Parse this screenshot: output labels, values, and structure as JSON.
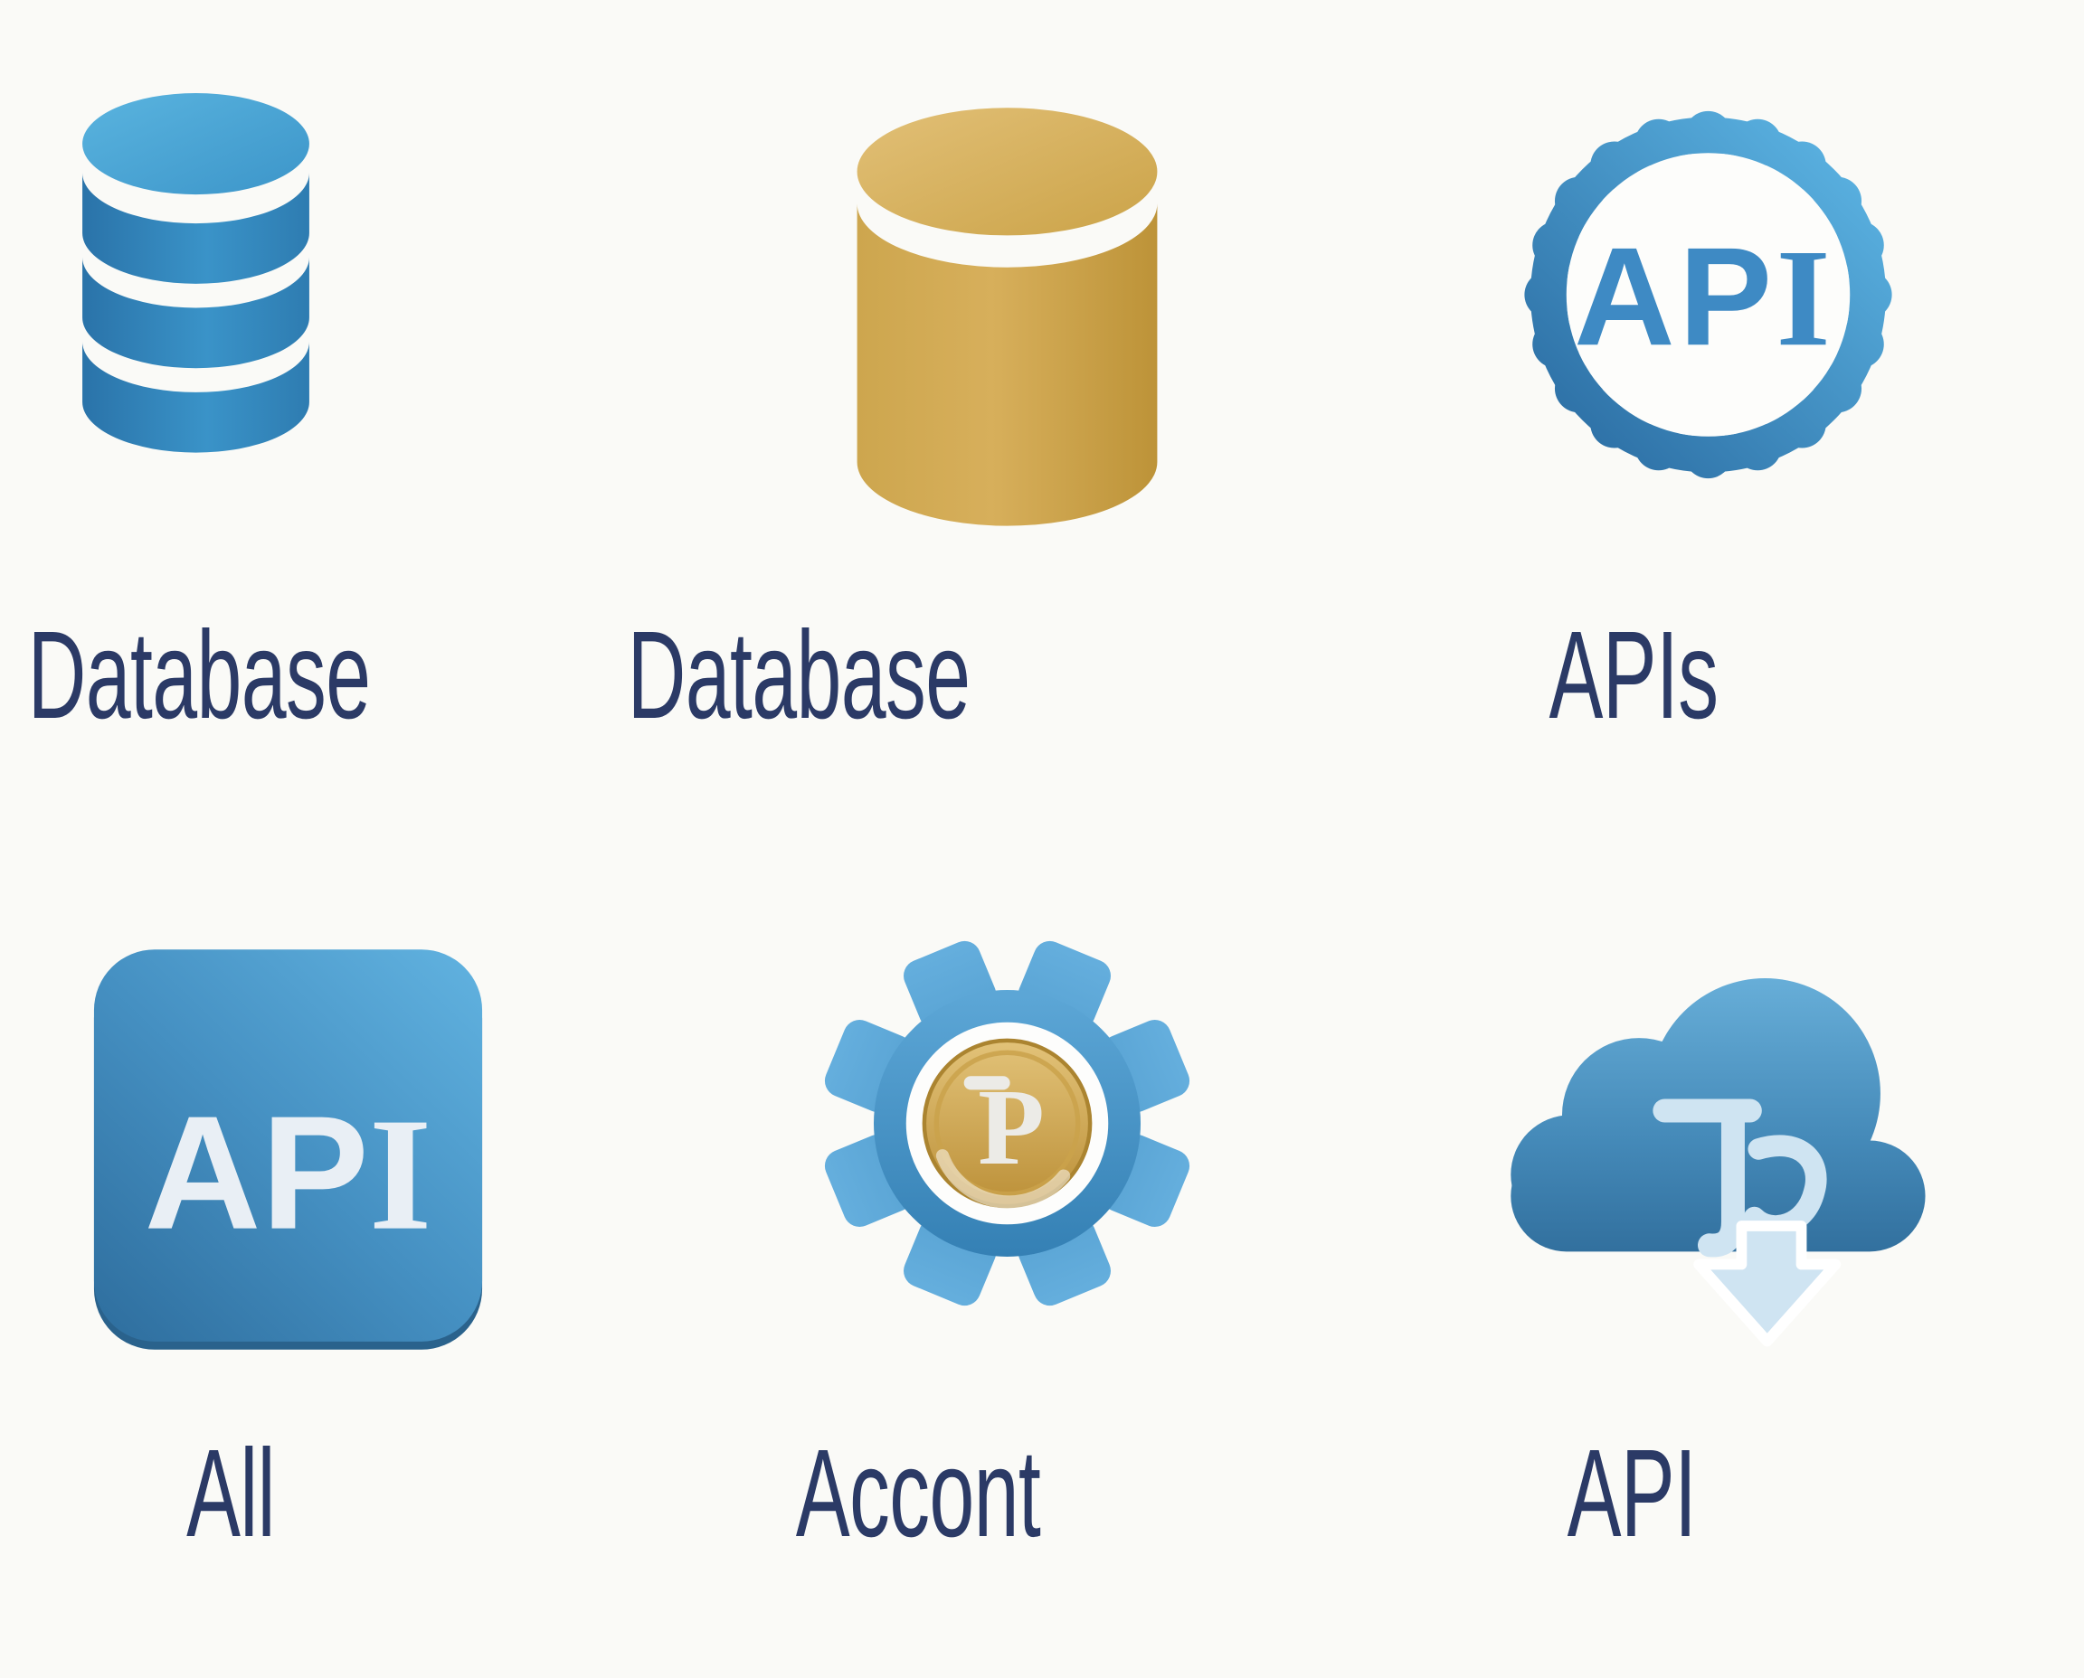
{
  "page": {
    "background_color": "#fafaf7",
    "label_color": "#2b3a66"
  },
  "icons": [
    {
      "id": "database-blue",
      "label": "Database",
      "icon": "database-stack-icon",
      "color_top": "#58b2dd",
      "color_body": "#3a93c8"
    },
    {
      "id": "database-gold",
      "label": "Database",
      "icon": "database-cylinder-icon",
      "color_top": "#e0bd72",
      "color_body": "#d2a94f"
    },
    {
      "id": "api-badge",
      "label": "APIs",
      "icon": "api-badge-icon",
      "badge_text_main": "AP",
      "badge_text_serif": "I",
      "text_color": "#3e8ac4",
      "ring_color_light": "#5cb4e3",
      "ring_color_dark": "#2b6da3"
    },
    {
      "id": "api-square",
      "label": "All",
      "icon": "api-square-icon",
      "square_text_main": "AP",
      "square_text_serif": "I",
      "text_color": "#e9eff5",
      "square_color": "#4590c2"
    },
    {
      "id": "account-gear",
      "label": "Accont",
      "icon": "account-gear-icon",
      "coin_glyph": "P",
      "gear_color": "#3f93c9",
      "coin_color": "#cfa64c"
    },
    {
      "id": "cloud-api",
      "label": "API",
      "icon": "cloud-download-icon",
      "cloud_color": "#4a9bd0",
      "glyph_color": "#cfe4f2"
    }
  ]
}
